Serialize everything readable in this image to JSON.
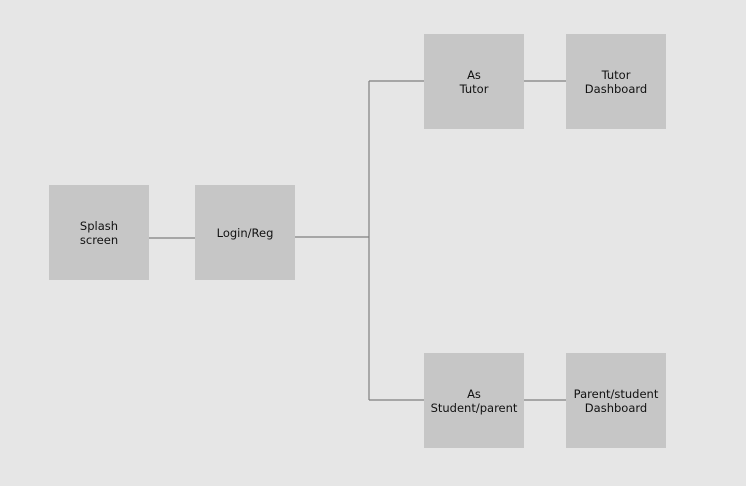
{
  "diagram": {
    "nodes": {
      "splash": "Splash\nscreen",
      "login": "Login/Reg",
      "as_tutor": "As\nTutor",
      "tutor_dashboard": "Tutor\nDashboard",
      "as_student": "As\nStudent/parent",
      "parent_dashboard": "Parent/student\nDashboard"
    },
    "edges": [
      [
        "splash",
        "login"
      ],
      [
        "login",
        "as_tutor"
      ],
      [
        "login",
        "as_student"
      ],
      [
        "as_tutor",
        "tutor_dashboard"
      ],
      [
        "as_student",
        "parent_dashboard"
      ]
    ],
    "colors": {
      "background": "#e6e6e6",
      "node_fill": "#c6c6c6",
      "connector": "#808080",
      "text": "#111111"
    }
  }
}
